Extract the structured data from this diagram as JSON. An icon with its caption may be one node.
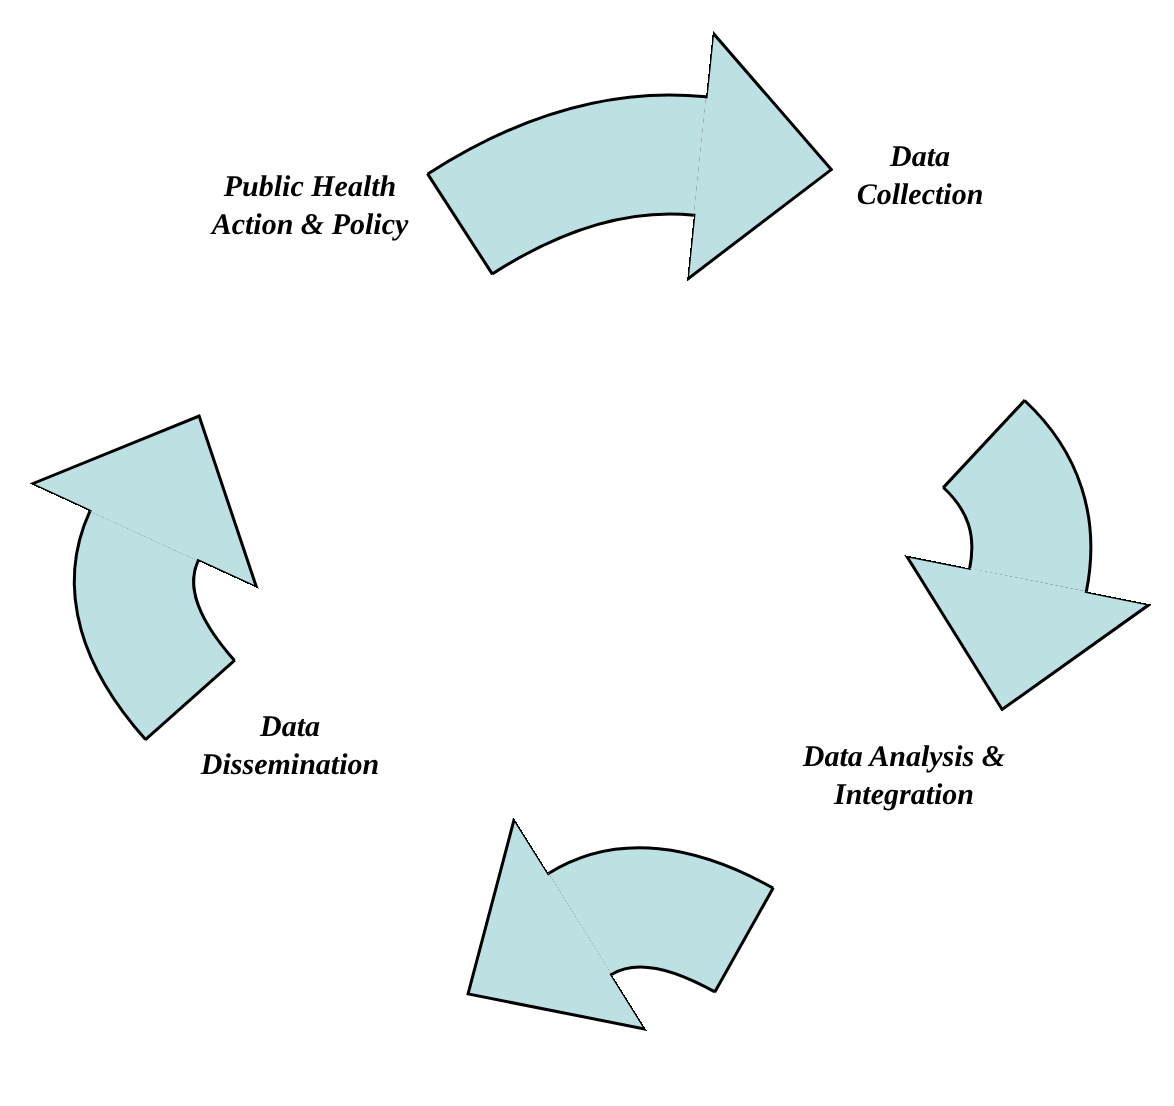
{
  "diagram": {
    "nodes": [
      {
        "text": [
          "Public Health Action & Policy"
        ]
      },
      {
        "text": [
          "Data Collection"
        ]
      },
      {
        "text": [
          "Data Analysis & Integration"
        ]
      },
      {
        "text": [
          "Data Dissemination"
        ]
      }
    ],
    "edges": [
      {
        "from": 0,
        "to": 1,
        "arrow": "to"
      },
      {
        "from": 1,
        "to": 2,
        "arrow": "to"
      },
      {
        "from": 2,
        "to": 3,
        "arrow": "to"
      },
      {
        "from": 3,
        "to": 0,
        "arrow": "to"
      }
    ]
  }
}
